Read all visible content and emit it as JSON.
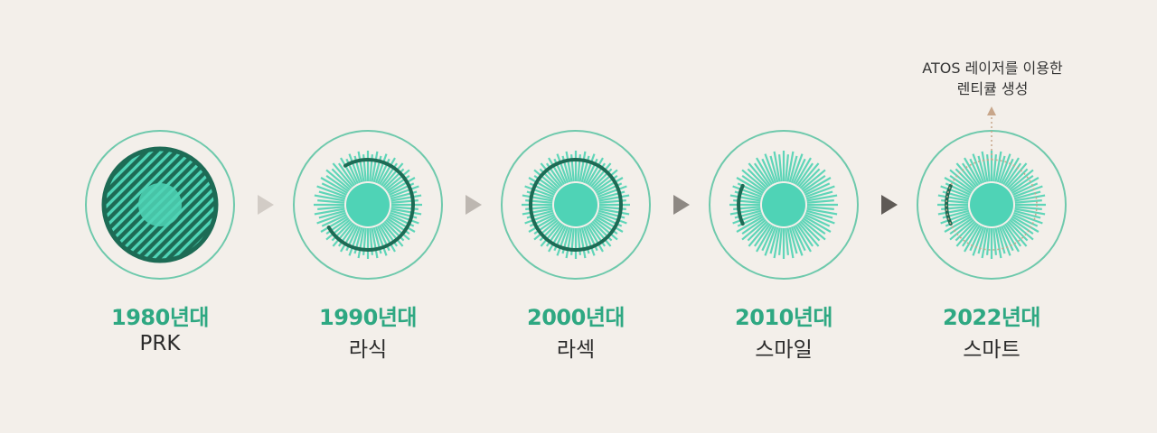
{
  "stages": [
    {
      "year": "1980년대",
      "name": "PRK"
    },
    {
      "year": "1990년대",
      "name": "라식"
    },
    {
      "year": "2000년대",
      "name": "라섹"
    },
    {
      "year": "2010년대",
      "name": "스마일"
    },
    {
      "year": "2022년대",
      "name": "스마트"
    }
  ],
  "annotation": {
    "line1": "ATOS 레이저를 이용한",
    "line2": "렌티큘 생성"
  },
  "colors": {
    "background": "#f3efea",
    "outer_ring": "#6ec9ac",
    "pupil": "#4fd3b6",
    "rays": "#5fd5b8",
    "dark_green": "#1d6b55",
    "year_text": "#2ea882",
    "arrow_light": "#cfc9c3",
    "arrow_dark": "#6b6662",
    "annotation_arrow": "#c8a68a"
  }
}
